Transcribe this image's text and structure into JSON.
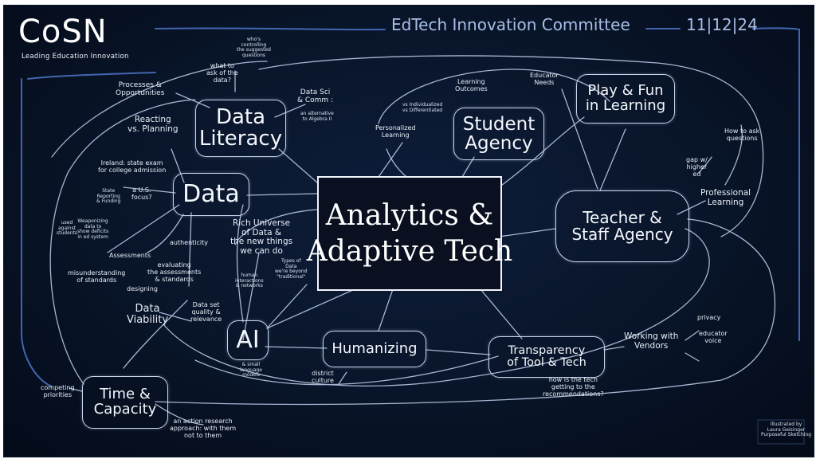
{
  "header": {
    "logo_text": "CoSN",
    "tagline": "Leading Education Innovation",
    "title": "EdTech Innovation Committee",
    "date": "11|12|24"
  },
  "center": {
    "label": "Analytics &\nAdaptive Tech"
  },
  "nodes": {
    "data_literacy": "Data\nLiteracy",
    "data": "Data",
    "student_agency": "Student\nAgency",
    "play_fun": "Play & Fun\nin Learning",
    "teacher_staff": "Teacher &\nStaff Agency",
    "ai": "AI",
    "humanizing": "Humanizing",
    "transparency": "Transparency\nof Tool & Tech",
    "time_capacity": "Time &\nCapacity"
  },
  "labels": {
    "whos_controlling": "who's\ncontrolling\nthe suggested\nquestions",
    "what_to_ask": "what to\nask of the\ndata?",
    "processes": "Processes &\nOpportunities",
    "reacting": "Reacting\nvs. Planning",
    "data_sci": "Data Sci\n& Comm :",
    "alternative": "an alternative\nto Algebra II",
    "vs_individualized": "vs Individualized\nvs Differentiated",
    "personalized": "Personalized\nLearning",
    "learning_outcomes": "Learning\nOutcomes",
    "educator_needs": "Educator\nNeeds",
    "how_to_ask": "How to ask\nquestions",
    "gap_higher_ed": "gap w/\nhigher\ned",
    "professional_learning": "Professional\nLearning",
    "ireland": "Ireland: state exam\nfor college admission",
    "state_reporting": "State\nReporting\n& Funding",
    "us_focus": "a U.S.\nfocus?",
    "used_against": "used\nagainst\nstudents",
    "weaponizing": "Weaponizing\ndata to\nshow deficits\nin ed system",
    "authenticity": "authenticity",
    "assessments": "Assessments",
    "evaluating": "evaluating\nthe assessments\n& standards",
    "misunderstanding": "misunderstanding\nof standards",
    "designing": "designing",
    "rich_universe": "Rich Universe\nof Data &\nthe new things\nwe can do",
    "types_of_data": "Types of\nData\nwe're beyond\n\"traditional\"",
    "human_interactions": "human\ninteractions\n& networks",
    "data_viability": "Data\nViability",
    "data_set_quality": "Data set\nquality &\nrelevance",
    "small_language_models": "& small\nlanguage\nmodels",
    "district_culture": "district\nculture",
    "privacy": "privacy",
    "working_with_vendors": "Working with\nVendors",
    "educator_voice": "educator\nvoice",
    "how_is_tech": "how is the tech\ngetting to the\nrecommendations?",
    "competing_priorities": "competing\npriorities",
    "action_research": "an action research\napproach: with them\nnot to them",
    "illustrated_by": "Illustrated by\nLaura Geisinger\nPurposeful Sketching"
  }
}
